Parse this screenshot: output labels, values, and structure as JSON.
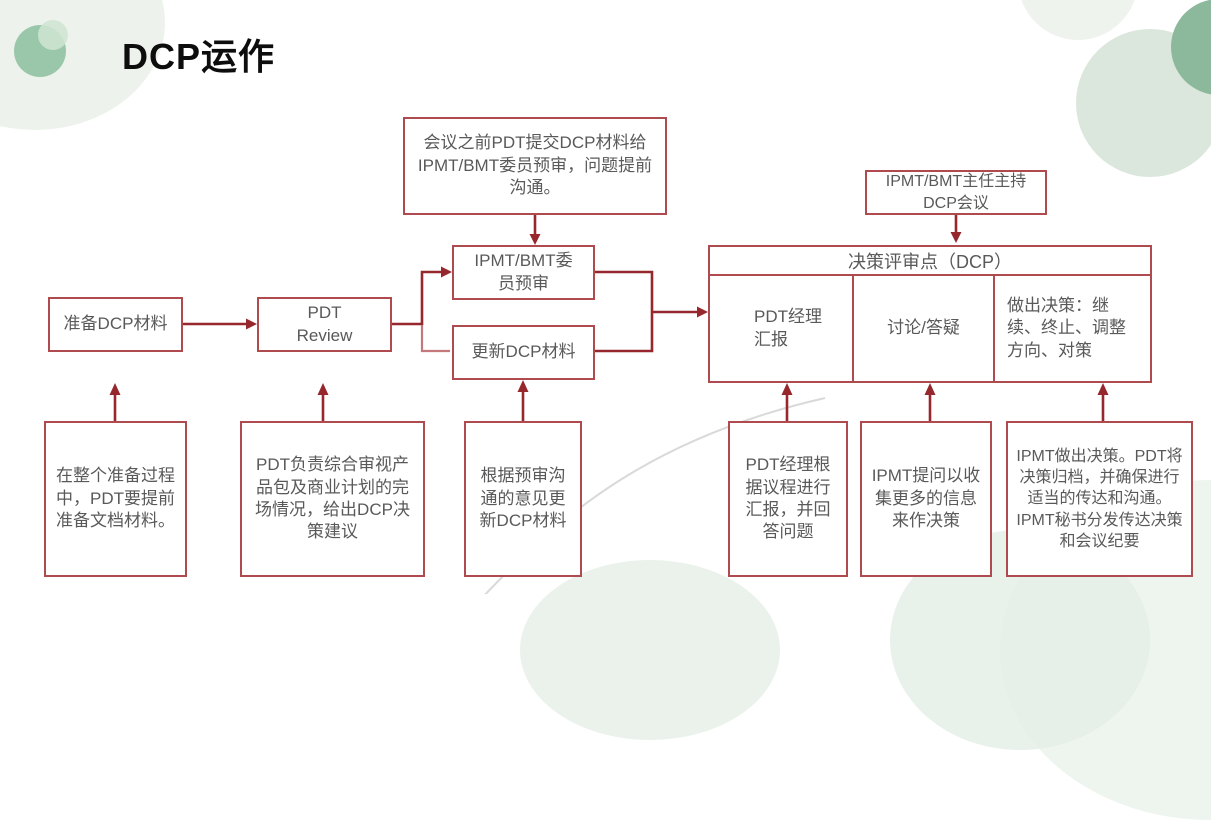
{
  "title": "DCP运作",
  "colors": {
    "box_border": "#af4a4e",
    "connector": "#96282d",
    "connector_light": "#c4787b",
    "text": "#595959",
    "title_text": "#0d0d0d",
    "deco_green_dark": "#8cb89b",
    "deco_green_mid": "#93c3a4",
    "deco_green_pale": "#dbe7dc"
  },
  "nodes": {
    "note_top": {
      "label": "会议之前PDT提交DCP材料给IPMT/BMT委员预审，问题提前沟通。"
    },
    "chair": {
      "label": "IPMT/BMT主任主持\nDCP会议"
    },
    "prepare": {
      "label": "准备DCP材料"
    },
    "pdt_review": {
      "label": "PDT\nReview"
    },
    "preview": {
      "label": "IPMT/BMT委\n员预审"
    },
    "update": {
      "label": "更新DCP材料"
    },
    "dcp": {
      "header": "决策评审点（DCP）",
      "col1": "PDT经理\n汇报",
      "col2": "讨论/答疑",
      "col3": "做出决策：继续、终止、调整方向、对策"
    }
  },
  "notes": {
    "n1": {
      "label": "在整个准备过程中，PDT要提前准备文档材料。"
    },
    "n2": {
      "label": "PDT负责综合审视产品包及商业计划的完场情况，给出DCP决策建议"
    },
    "n3": {
      "label": "根据预审沟通的意见更新DCP材料"
    },
    "n4": {
      "label": "PDT经理根据议程进行汇报，并回答问题"
    },
    "n5": {
      "label": "IPMT提问以收集更多的信息来作决策"
    },
    "n6": {
      "label": "IPMT做出决策。PDT将决策归档，并确保进行适当的传达和沟通。IPMT秘书分发传达决策和会议纪要"
    }
  }
}
